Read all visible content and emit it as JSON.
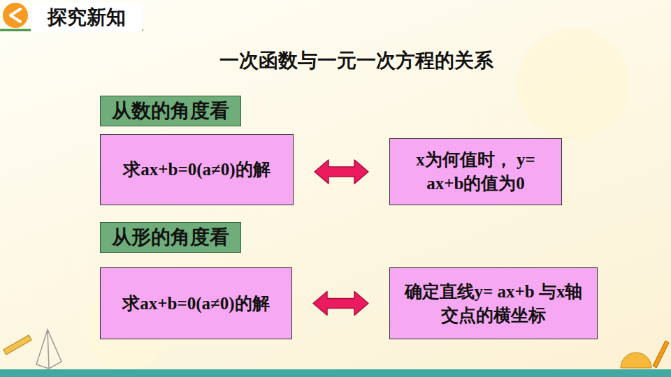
{
  "diagram": {
    "title": "一次函数与一元一次方程的关系",
    "nodes": [
      {
        "text": [
          "探究新知"
        ]
      },
      {
        "text": [
          "从数的角度看"
        ]
      },
      {
        "text": [
          "求ax+b=0(a≠0)的解"
        ]
      },
      {
        "text": [
          "x为何值时， y= ax+b的值为0"
        ]
      },
      {
        "text": [
          "从形的角度看"
        ]
      },
      {
        "text": [
          "求ax+b=0(a≠0)的解"
        ]
      },
      {
        "text": [
          "确定直线y= ax+b 与x轴交点的横坐标"
        ]
      }
    ],
    "edges": [
      {
        "from": 2,
        "to": 3,
        "arrow": "both"
      },
      {
        "from": 5,
        "to": 6,
        "arrow": "both"
      }
    ]
  }
}
